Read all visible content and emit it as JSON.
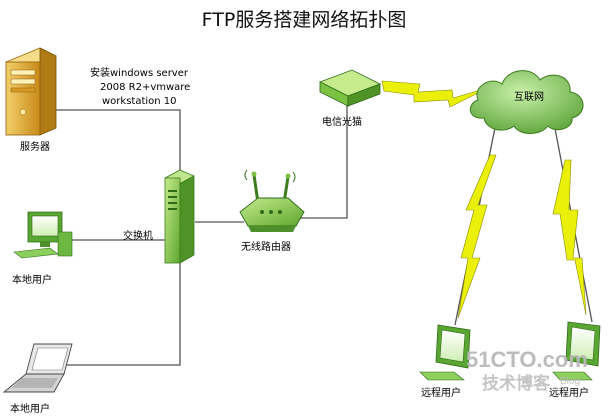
{
  "title": "FTP服务搭建网络拓扑图",
  "nodes": {
    "server": {
      "label": "服务器",
      "note_lines": [
        "安装windows server",
        "2008 R2+vmware",
        "workstation 10"
      ]
    },
    "local_pc": {
      "label": "本地用户"
    },
    "laptop": {
      "label": "本地用户"
    },
    "switch": {
      "label": "交换机"
    },
    "router": {
      "label": "无线路由器"
    },
    "modem": {
      "label": "电信光猫"
    },
    "internet": {
      "label": "互联网"
    },
    "remote_left": {
      "label": "远程用户"
    },
    "remote_right": {
      "label": "远程用户"
    }
  },
  "watermark": {
    "main": "51CTO.com",
    "sub": "技术博客",
    "tiny": "Blog"
  },
  "colors": {
    "line": "#555555",
    "lightning": "#eaf00a",
    "device_green": "#7cc242",
    "cloud_green": "#8dcf6a",
    "server_tan": "#e2a92a"
  }
}
